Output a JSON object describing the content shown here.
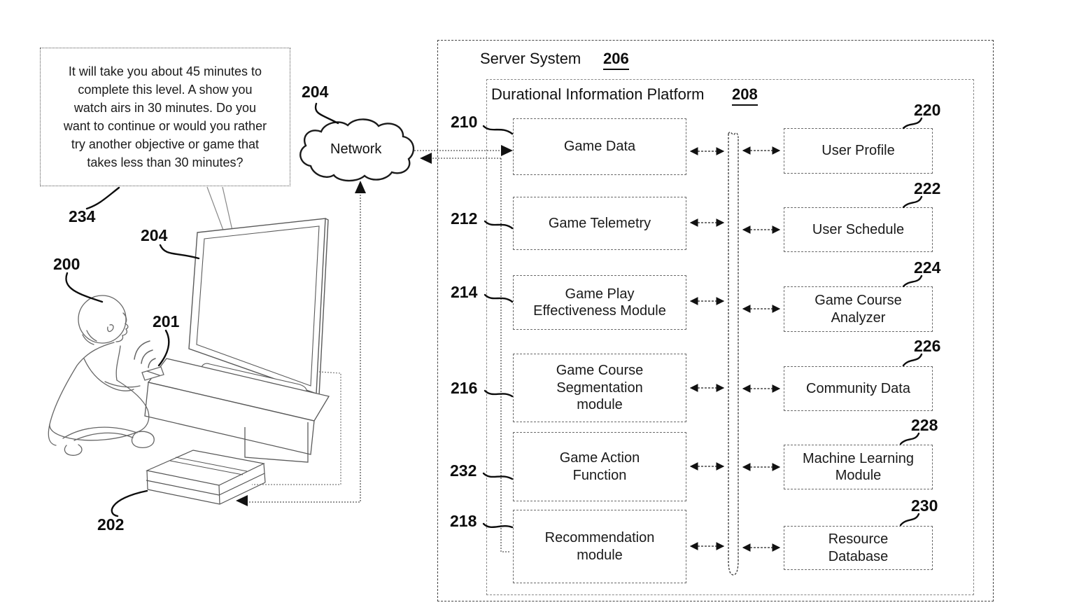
{
  "figure": {
    "scene": {
      "speech_bubble": {
        "ref": "234",
        "text": "It will take you about 45 minutes to\ncomplete this level.  A show you\nwatch airs in 30 minutes.  Do you\nwant to continue or would you rather\ntry another objective or game that\ntakes less than 30 minutes?"
      },
      "network_label": "Network",
      "refs": {
        "user": "200",
        "controller": "201",
        "console": "202",
        "display": "204",
        "network": "204"
      }
    },
    "server": {
      "title": "Server System",
      "ref": "206",
      "platform": {
        "title": "Durational Information Platform",
        "ref": "208",
        "left_modules": [
          {
            "ref": "210",
            "label": "Game Data"
          },
          {
            "ref": "212",
            "label": "Game Telemetry"
          },
          {
            "ref": "214",
            "label": "Game Play\nEffectiveness Module"
          },
          {
            "ref": "216",
            "label": "Game Course\nSegmentation\nmodule"
          },
          {
            "ref": "232",
            "label": "Game Action\nFunction"
          },
          {
            "ref": "218",
            "label": "Recommendation\nmodule"
          }
        ],
        "right_modules": [
          {
            "ref": "220",
            "label": "User Profile"
          },
          {
            "ref": "222",
            "label": "User Schedule"
          },
          {
            "ref": "224",
            "label": "Game Course\nAnalyzer"
          },
          {
            "ref": "226",
            "label": "Community Data"
          },
          {
            "ref": "228",
            "label": "Machine Learning\nModule"
          },
          {
            "ref": "230",
            "label": "Resource\nDatabase"
          }
        ]
      }
    }
  }
}
